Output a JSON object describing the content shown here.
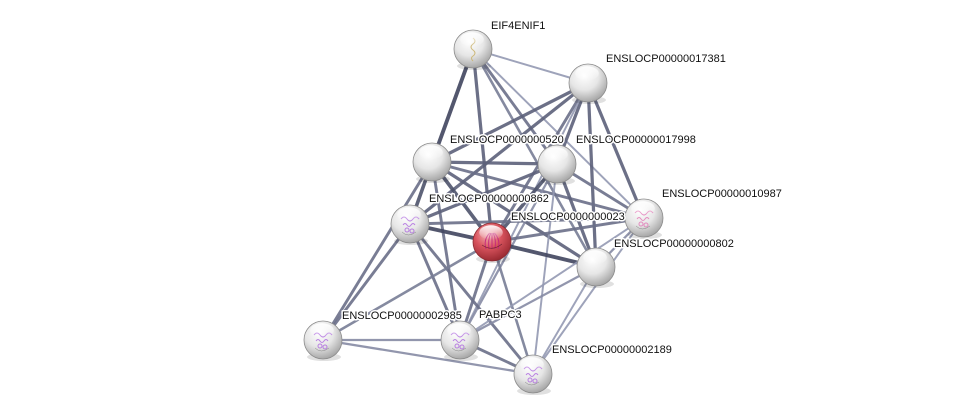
{
  "network": {
    "nodes": [
      {
        "id": "EIF4ENIF1",
        "label": "EIF4ENIF1",
        "color": "#e8e8e8",
        "query": false,
        "structure": "yellow-coil"
      },
      {
        "id": "ENSLOCP00000017381",
        "label": "ENSLOCP00000017381",
        "color": "#e8e8e8",
        "query": false,
        "structure": "none"
      },
      {
        "id": "ENSLOCP0000000520",
        "label": "ENSLOCP0000000520",
        "color": "#e8e8e8",
        "query": false,
        "structure": "none"
      },
      {
        "id": "ENSLOCP00000017998",
        "label": "ENSLOCP00000017998",
        "color": "#e8e8e8",
        "query": false,
        "structure": "none"
      },
      {
        "id": "ENSLOCP00000010987",
        "label": "ENSLOCP00000010987",
        "color": "#e8e8e8",
        "query": false,
        "structure": "pink-fold"
      },
      {
        "id": "ENSLOCP00000000862",
        "label": "ENSLOCP00000000862",
        "color": "#e8e8e8",
        "query": false,
        "structure": "purple-fold"
      },
      {
        "id": "ENSLOCP0000000023",
        "label": "ENSLOCP0000000023",
        "color": "#d9545e",
        "query": true,
        "structure": "magenta-fold"
      },
      {
        "id": "ENSLOCP00000000802",
        "label": "ENSLOCP00000000802",
        "color": "#e8e8e8",
        "query": false,
        "structure": "none"
      },
      {
        "id": "ENSLOCP00000002985",
        "label": "ENSLOCP00000002985",
        "color": "#e8e8e8",
        "query": false,
        "structure": "purple-fold"
      },
      {
        "id": "PABPC3",
        "label": "PABPC3",
        "color": "#e8e8e8",
        "query": false,
        "structure": "purple-fold"
      },
      {
        "id": "ENSLOCP00000002189",
        "label": "ENSLOCP00000002189",
        "color": "#e8e8e8",
        "query": false,
        "structure": "purple-fold"
      }
    ],
    "edges": [
      {
        "a": "EIF4ENIF1",
        "b": "ENSLOCP00000017381",
        "strength": 0.3
      },
      {
        "a": "EIF4ENIF1",
        "b": "ENSLOCP0000000520",
        "strength": 0.9
      },
      {
        "a": "EIF4ENIF1",
        "b": "ENSLOCP0000000023",
        "strength": 0.7
      },
      {
        "a": "EIF4ENIF1",
        "b": "ENSLOCP00000017998",
        "strength": 0.6
      },
      {
        "a": "EIF4ENIF1",
        "b": "ENSLOCP00000000802",
        "strength": 0.5
      },
      {
        "a": "EIF4ENIF1",
        "b": "ENSLOCP00000010987",
        "strength": 0.3
      },
      {
        "a": "ENSLOCP00000017381",
        "b": "ENSLOCP0000000520",
        "strength": 0.7
      },
      {
        "a": "ENSLOCP00000017381",
        "b": "ENSLOCP00000000862",
        "strength": 0.7
      },
      {
        "a": "ENSLOCP00000017381",
        "b": "ENSLOCP0000000023",
        "strength": 0.6
      },
      {
        "a": "ENSLOCP00000017381",
        "b": "ENSLOCP00000017998",
        "strength": 0.7
      },
      {
        "a": "ENSLOCP00000017381",
        "b": "ENSLOCP00000000802",
        "strength": 0.7
      },
      {
        "a": "ENSLOCP00000017381",
        "b": "ENSLOCP00000010987",
        "strength": 0.7
      },
      {
        "a": "ENSLOCP00000017381",
        "b": "PABPC3",
        "strength": 0.3
      },
      {
        "a": "ENSLOCP0000000520",
        "b": "ENSLOCP00000017998",
        "strength": 0.7
      },
      {
        "a": "ENSLOCP0000000520",
        "b": "ENSLOCP00000000862",
        "strength": 0.8
      },
      {
        "a": "ENSLOCP0000000520",
        "b": "ENSLOCP0000000023",
        "strength": 0.8
      },
      {
        "a": "ENSLOCP0000000520",
        "b": "ENSLOCP00000000802",
        "strength": 0.7
      },
      {
        "a": "ENSLOCP0000000520",
        "b": "ENSLOCP00000010987",
        "strength": 0.6
      },
      {
        "a": "ENSLOCP0000000520",
        "b": "ENSLOCP00000002985",
        "strength": 0.6
      },
      {
        "a": "ENSLOCP0000000520",
        "b": "PABPC3",
        "strength": 0.6
      },
      {
        "a": "ENSLOCP00000017998",
        "b": "ENSLOCP00000000862",
        "strength": 0.7
      },
      {
        "a": "ENSLOCP00000017998",
        "b": "ENSLOCP0000000023",
        "strength": 0.8
      },
      {
        "a": "ENSLOCP00000017998",
        "b": "ENSLOCP00000000802",
        "strength": 0.7
      },
      {
        "a": "ENSLOCP00000017998",
        "b": "ENSLOCP00000010987",
        "strength": 0.6
      },
      {
        "a": "ENSLOCP00000017998",
        "b": "PABPC3",
        "strength": 0.4
      },
      {
        "a": "ENSLOCP00000017998",
        "b": "ENSLOCP00000002189",
        "strength": 0.3
      },
      {
        "a": "ENSLOCP00000000862",
        "b": "ENSLOCP0000000023",
        "strength": 0.9
      },
      {
        "a": "ENSLOCP00000000862",
        "b": "ENSLOCP00000010987",
        "strength": 0.6
      },
      {
        "a": "ENSLOCP00000000862",
        "b": "ENSLOCP00000002985",
        "strength": 0.6
      },
      {
        "a": "ENSLOCP00000000862",
        "b": "PABPC3",
        "strength": 0.6
      },
      {
        "a": "ENSLOCP00000000862",
        "b": "ENSLOCP00000002189",
        "strength": 0.6
      },
      {
        "a": "ENSLOCP0000000023",
        "b": "ENSLOCP00000000802",
        "strength": 0.9
      },
      {
        "a": "ENSLOCP0000000023",
        "b": "ENSLOCP00000010987",
        "strength": 0.6
      },
      {
        "a": "ENSLOCP0000000023",
        "b": "ENSLOCP00000002985",
        "strength": 0.5
      },
      {
        "a": "ENSLOCP0000000023",
        "b": "PABPC3",
        "strength": 0.6
      },
      {
        "a": "ENSLOCP0000000023",
        "b": "ENSLOCP00000002189",
        "strength": 0.5
      },
      {
        "a": "ENSLOCP00000000802",
        "b": "ENSLOCP00000010987",
        "strength": 0.4
      },
      {
        "a": "ENSLOCP00000000802",
        "b": "PABPC3",
        "strength": 0.4
      },
      {
        "a": "ENSLOCP00000000802",
        "b": "ENSLOCP00000002189",
        "strength": 0.3
      },
      {
        "a": "ENSLOCP00000010987",
        "b": "PABPC3",
        "strength": 0.3
      },
      {
        "a": "ENSLOCP00000010987",
        "b": "ENSLOCP00000002189",
        "strength": 0.3
      },
      {
        "a": "ENSLOCP00000002985",
        "b": "PABPC3",
        "strength": 0.4
      },
      {
        "a": "ENSLOCP00000002985",
        "b": "ENSLOCP00000002189",
        "strength": 0.4
      },
      {
        "a": "PABPC3",
        "b": "ENSLOCP00000002189",
        "strength": 0.6
      }
    ]
  }
}
